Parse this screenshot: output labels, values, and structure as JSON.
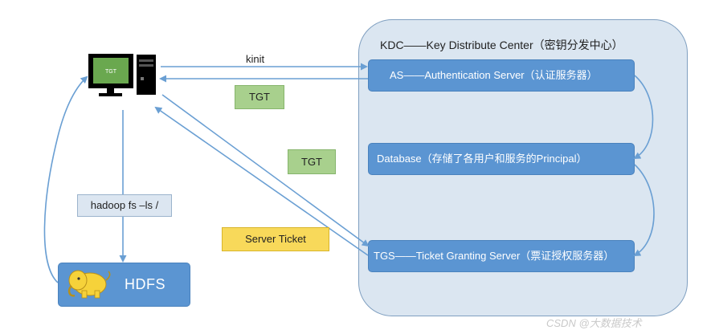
{
  "kdc": {
    "title": "KDC——Key Distribute Center（密钥分发中心）"
  },
  "servers": {
    "as": "AS——Authentication Server（认证服务器）",
    "db": "Database（存储了各用户和服务的Principal）",
    "tgs": "TGS——Ticket Granting Server（票证授权服务器）"
  },
  "tickets": {
    "tgt_1": "TGT",
    "tgt_2": "TGT",
    "server_ticket": "Server Ticket"
  },
  "client": {
    "screen_label": "TGT"
  },
  "arrows": {
    "kinit": "kinit"
  },
  "command": "hadoop fs –ls /",
  "hdfs": {
    "label": "HDFS"
  },
  "watermark": "CSDN @大数据技术",
  "colors": {
    "server_blue": "#5b95d2",
    "kdc_bg": "#dbe6f1",
    "ticket_green": "#a8d08d",
    "ticket_yellow": "#f8d95a",
    "arrow": "#6a9fd3"
  },
  "icons": [
    "computer-icon",
    "hadoop-elephant-icon"
  ]
}
